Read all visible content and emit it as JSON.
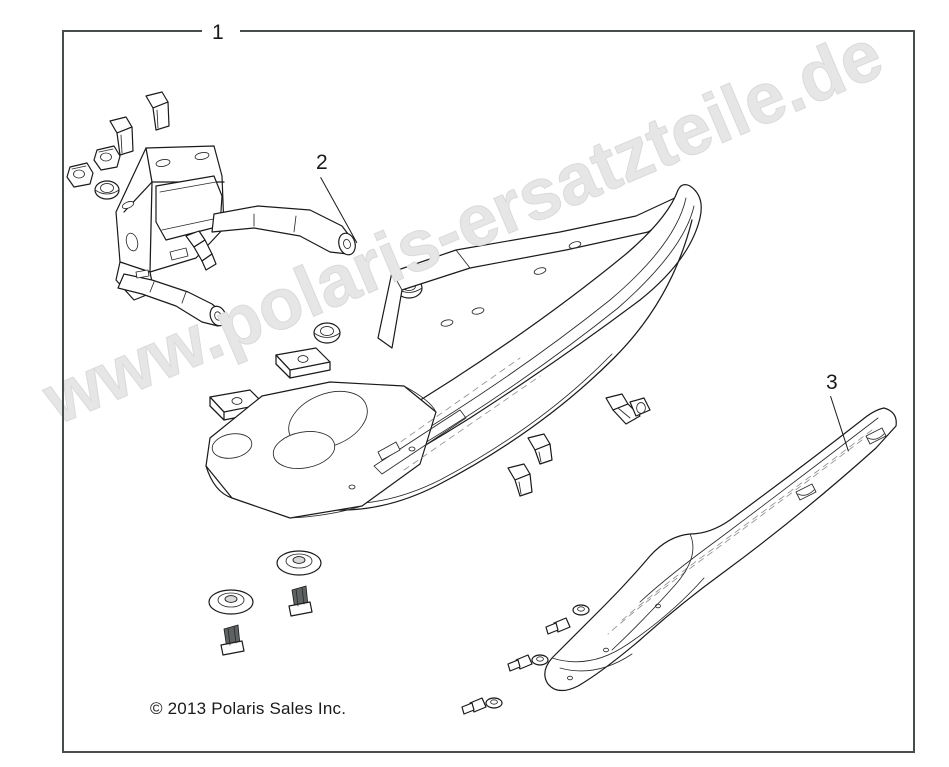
{
  "diagram": {
    "title": "Polaris Front Bumper / Brush Guard Assembly Exploded Parts Diagram",
    "copyright": "© 2013 Polaris Sales Inc.",
    "watermark": "www.polaris-ersatzteile.de",
    "frame": {
      "color": "#4a4d4d",
      "line_color": "#1a1a1a",
      "background": "#ffffff"
    },
    "callouts": [
      {
        "id": "1",
        "label": "1",
        "description": "Bumper assembly (complete kit), leader line runs along top frame edge"
      },
      {
        "id": "2",
        "label": "2",
        "description": "Mounting bracket with dual tubular arms"
      },
      {
        "id": "3",
        "label": "3",
        "description": "Curved skid plate / brush guard panel"
      }
    ],
    "parts": [
      {
        "name": "mounting-bracket",
        "callout": "2"
      },
      {
        "name": "main-bumper-bar",
        "callout": "1"
      },
      {
        "name": "skid-plate-panel",
        "callout": "3"
      },
      {
        "name": "hex-flange-bolt"
      },
      {
        "name": "flange-nut"
      },
      {
        "name": "square-spacer-plate"
      },
      {
        "name": "push-rivet"
      },
      {
        "name": "rivet-washer"
      },
      {
        "name": "grommet-bushing"
      }
    ]
  }
}
